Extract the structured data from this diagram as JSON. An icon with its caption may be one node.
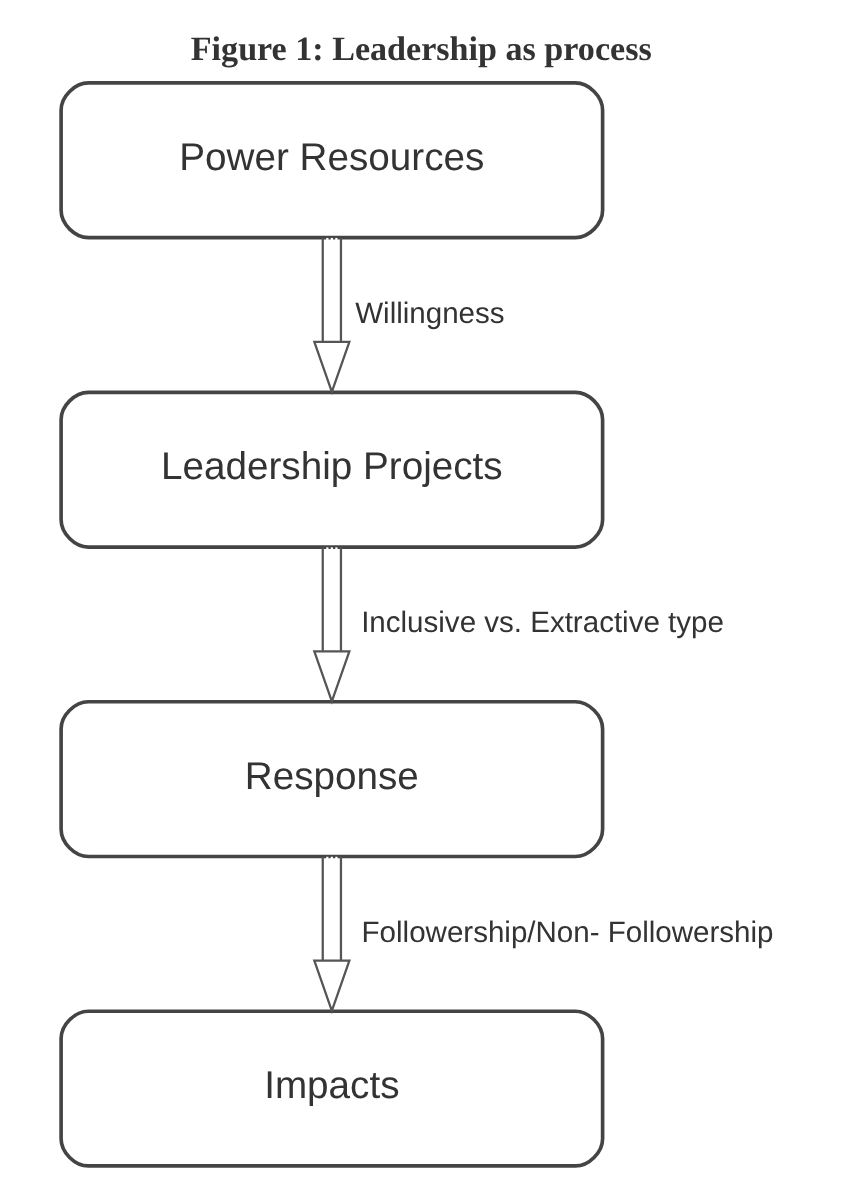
{
  "diagram": {
    "title": "Figure 1: Leadership as process",
    "nodes": [
      {
        "text": [
          "Power Resources"
        ]
      },
      {
        "text": [
          "Leadership Projects"
        ]
      },
      {
        "text": [
          "Response"
        ]
      },
      {
        "text": [
          "Impacts"
        ]
      }
    ],
    "edges": [
      {
        "from": 0,
        "to": 1,
        "arrow": "to",
        "label": "Willingness"
      },
      {
        "from": 1,
        "to": 2,
        "arrow": "to",
        "label": "Inclusive vs. Extractive type"
      },
      {
        "from": 2,
        "to": 3,
        "arrow": "to",
        "label": "Followership/Non- Followership"
      }
    ]
  }
}
